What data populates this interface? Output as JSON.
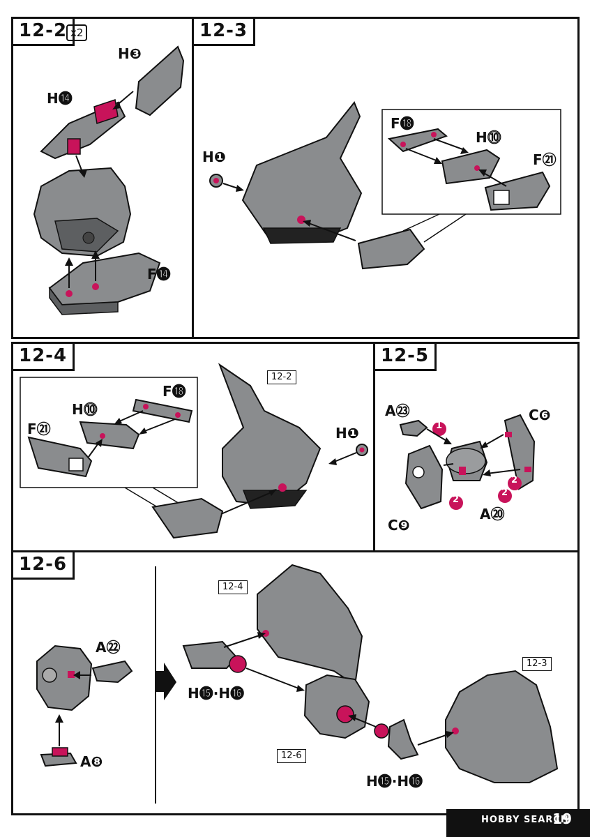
{
  "steps": {
    "s12_2": {
      "label": "12-2",
      "multiplier": "x2",
      "parts": [
        "H❸",
        "H⓮",
        "F⓮"
      ]
    },
    "s12_3": {
      "label": "12-3",
      "parts": [
        "H❶",
        "F⓲",
        "H⓾",
        "F㉑"
      ]
    },
    "s12_4": {
      "label": "12-4",
      "ref": "12-2",
      "parts": [
        "F⓲",
        "H⓾",
        "F㉑",
        "H❶"
      ]
    },
    "s12_5": {
      "label": "12-5",
      "parts": [
        "A㉓",
        "C❻",
        "C❾",
        "A⑳"
      ],
      "order": [
        "1",
        "2",
        "2",
        "2"
      ]
    },
    "s12_6": {
      "label": "12-6",
      "parts": [
        "A㉒",
        "A❽",
        "H⓯·H⓰",
        "H⓯·H⓰"
      ],
      "refs": [
        "12-4",
        "12-6",
        "12-3"
      ]
    }
  },
  "footer": {
    "page": "19",
    "watermark": "HOBBY SEARCH"
  },
  "colors": {
    "part": "#8a8c8e",
    "part_dark": "#5d5f61",
    "accent": "#c8135a",
    "line": "#111111"
  }
}
